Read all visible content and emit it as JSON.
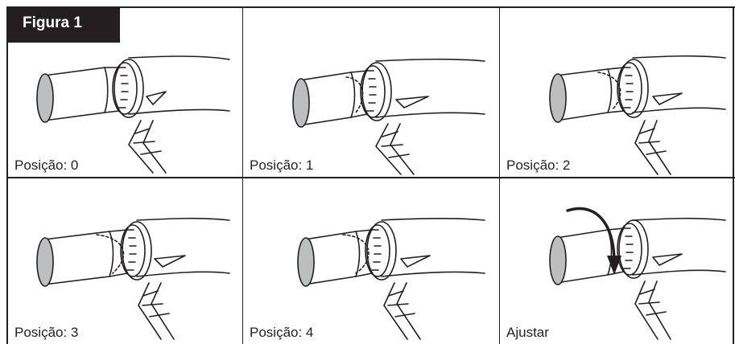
{
  "figure": {
    "title": "Figura 1",
    "panels": [
      {
        "caption": "Posição: 0",
        "position": 0
      },
      {
        "caption": "Posição: 1",
        "position": 1
      },
      {
        "caption": "Posição: 2",
        "position": 2
      },
      {
        "caption": "Posição: 3",
        "position": 3
      },
      {
        "caption": "Posição: 4",
        "position": 4
      },
      {
        "caption": "Ajustar",
        "position": null
      }
    ]
  }
}
